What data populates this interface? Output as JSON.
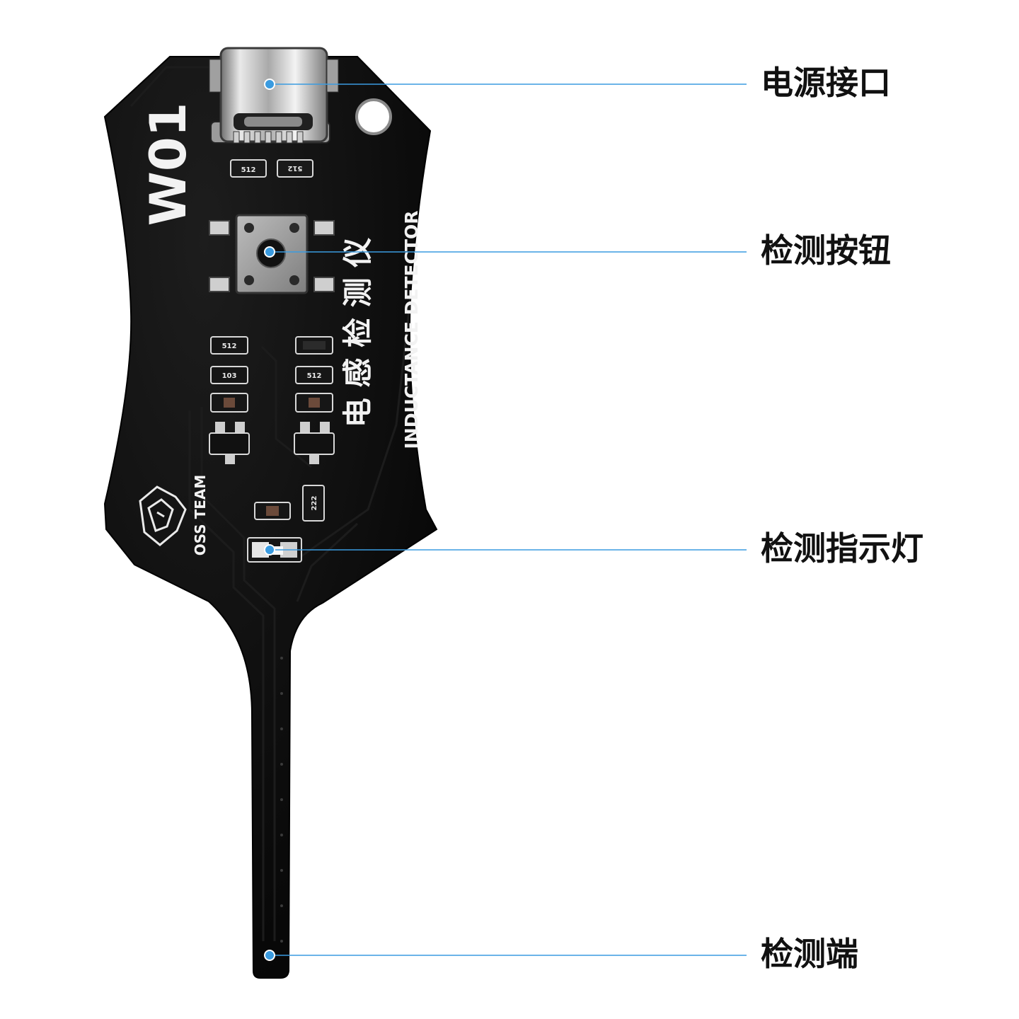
{
  "board": {
    "model": "W01",
    "title_cn": "电 感 检 测 仪",
    "title_en": "INDUCTANCE DETECTOR",
    "brand": "OSS TEAM",
    "component_codes": [
      "512",
      "512",
      "512",
      "103",
      "512",
      "222"
    ]
  },
  "callouts": [
    {
      "label": "电源接口"
    },
    {
      "label": "检测按钮"
    },
    {
      "label": "检测指示灯"
    },
    {
      "label": "检测端"
    }
  ],
  "colors": {
    "pcb": "#0b0b0b",
    "silkscreen": "#f2f2f2",
    "pad": "#b9b9b9",
    "leader_line": "#3a9be0",
    "label_text": "#111111"
  }
}
